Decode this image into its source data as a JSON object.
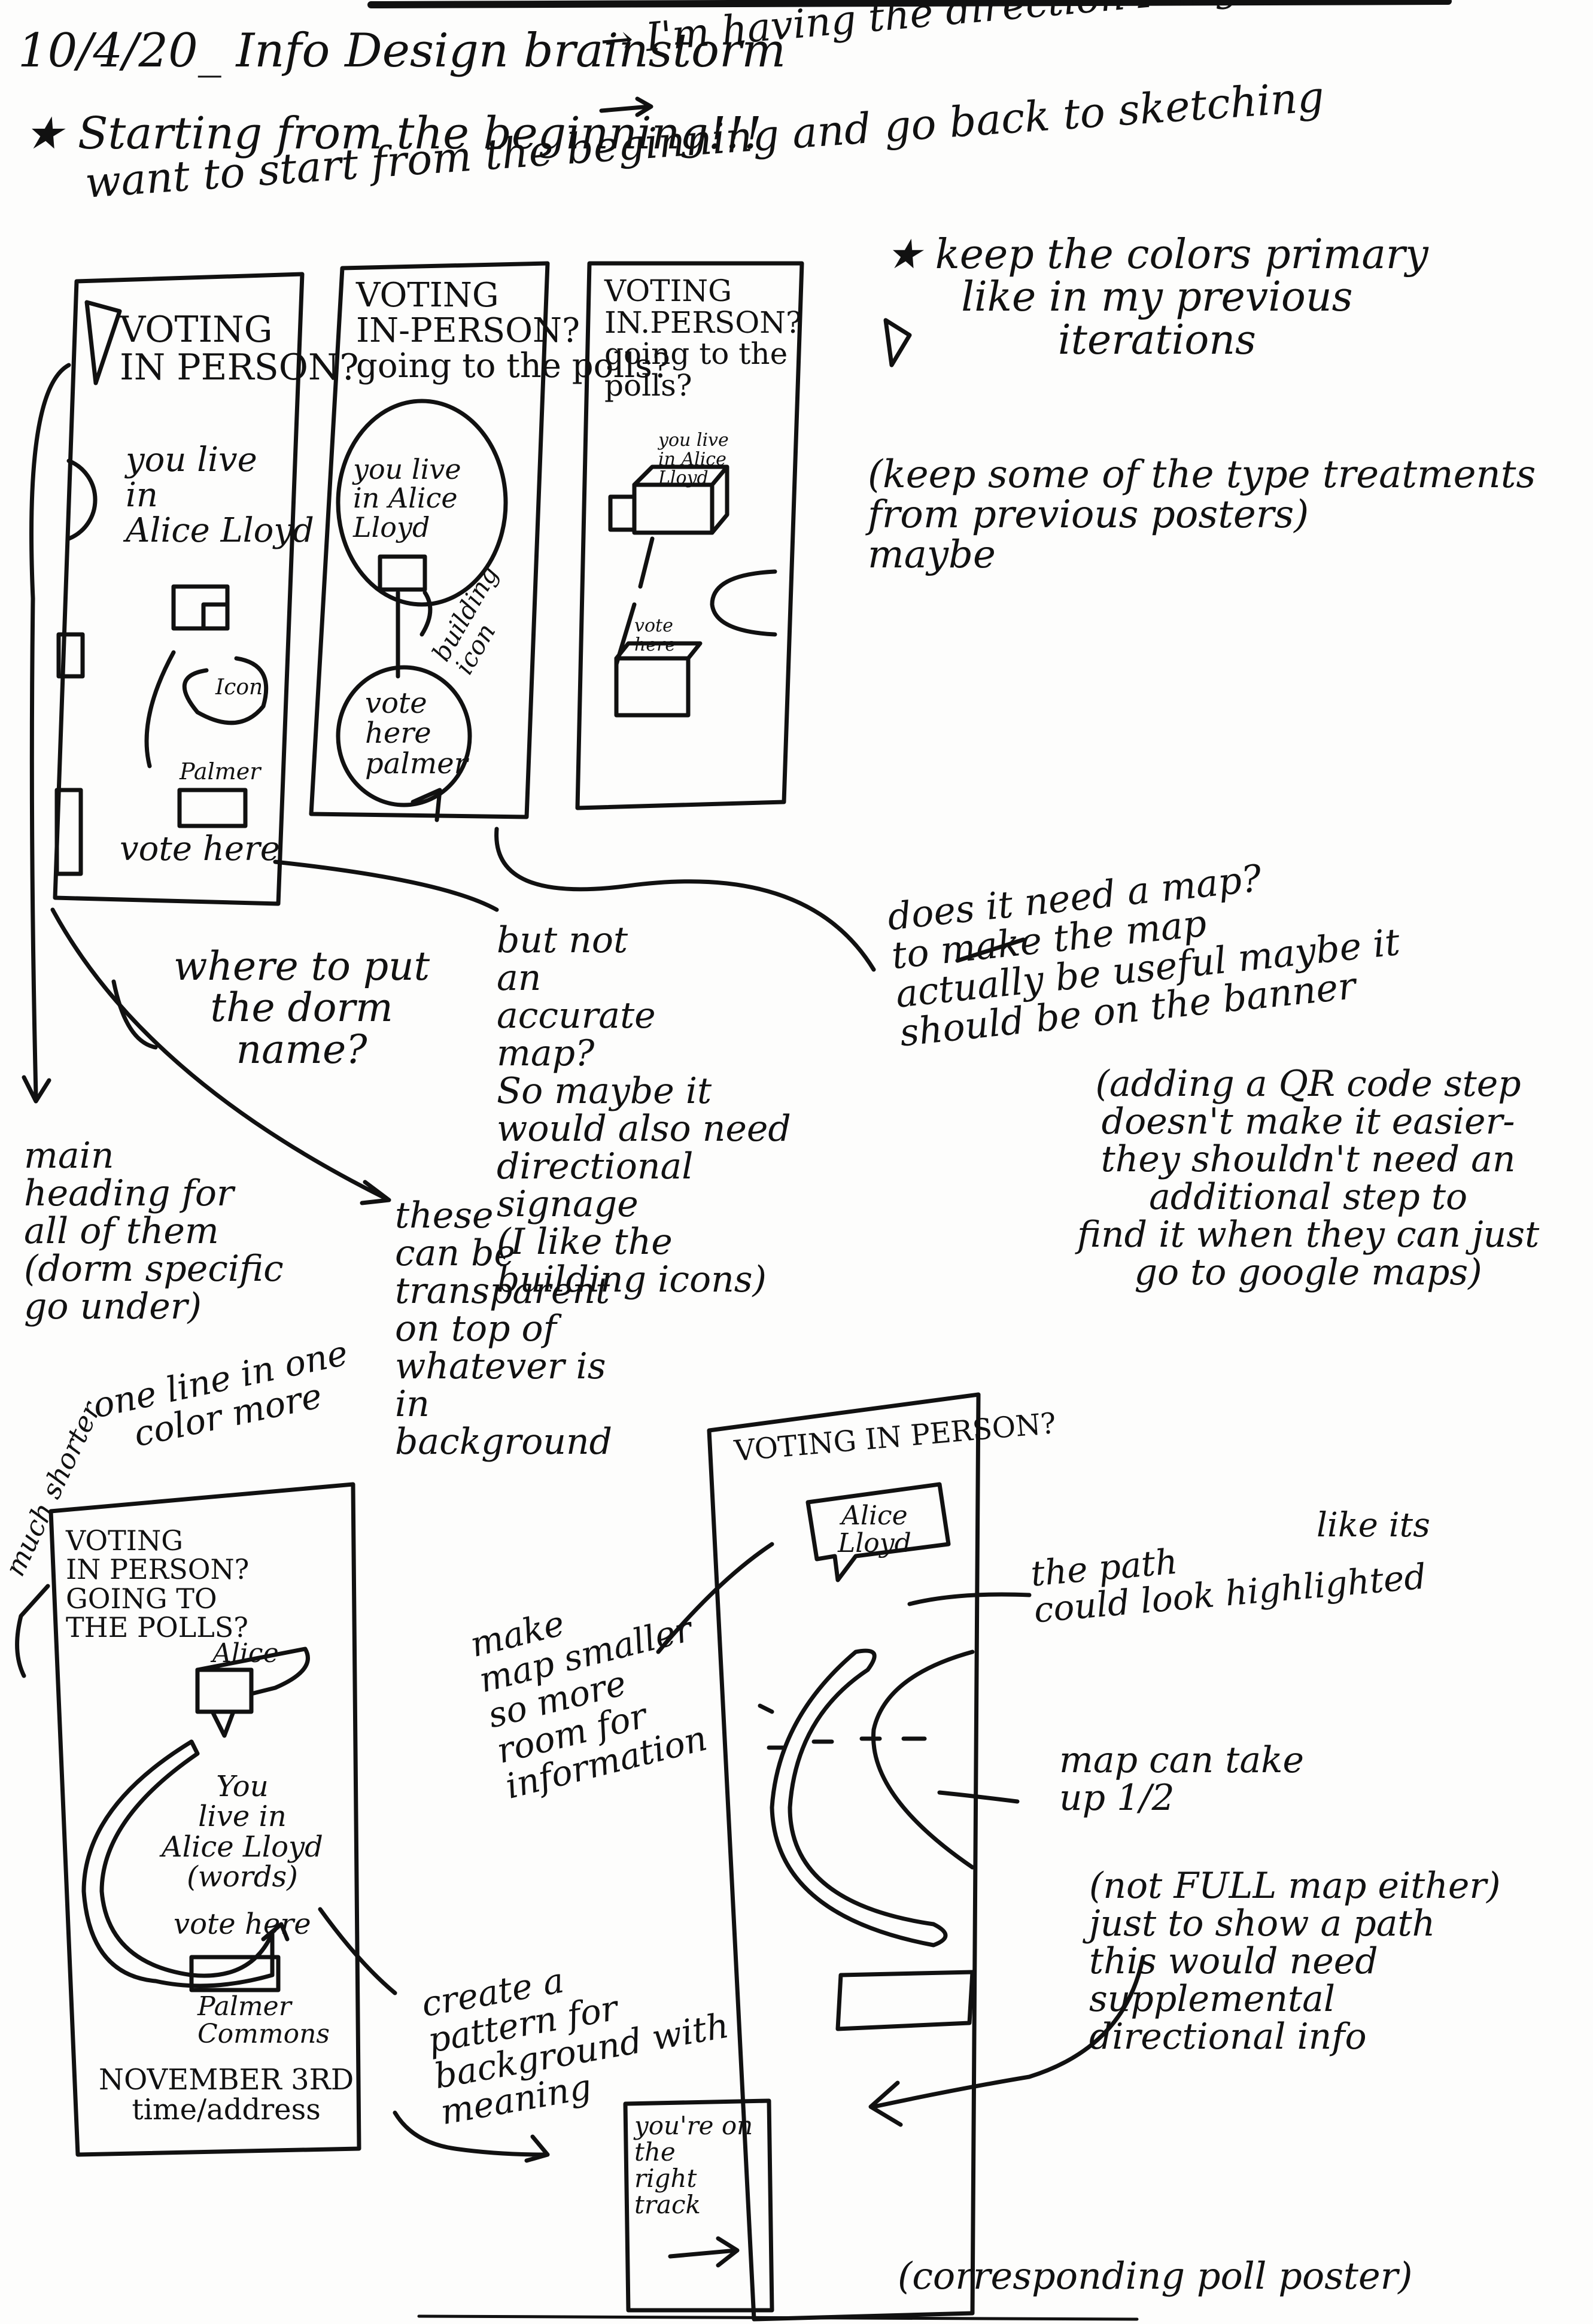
{
  "header": {
    "date_title": "10/4/20_ Info Design brainstorm",
    "line1": "★ Starting from the beginning!!!",
    "line1b": "→ I'm having the direction I'm going in and",
    "line2": "want to start from the beginning and go back to sketching"
  },
  "sketch1": {
    "title": "VOTING\nIN PERSON?",
    "you_live": "you live\nin\nAlice Lloyd",
    "icon_label": "Icon",
    "palmer": "Palmer",
    "vote_here": "vote here"
  },
  "sketch2": {
    "title": "VOTING\nIN-PERSON?\ngoing to the polls?",
    "you_live": "you live\nin Alice\nLloyd",
    "building_icon": "building\nicon",
    "vote_here": "vote\nhere\npalmer"
  },
  "sketch3": {
    "title": "VOTING\nIN.PERSON?\ngoing to the\npolls?",
    "you_live": "you live\nin Alice\nLloyd",
    "vote_here": "vote\nhere"
  },
  "notes_top": {
    "colors": "★ keep the colors primary\nlike in my previous\niterations",
    "type": "(keep some of the type treatments\nfrom previous posters)\nmaybe"
  },
  "notes_mid": {
    "dorm_name": "where to put\nthe dorm\nname?",
    "accurate_map": "but not\nan\naccurate\nmap?\nSo maybe it\nwould also need\ndirectional\nsignage\n(I like the\nbuilding icons)",
    "need_map": "does it need a map?\nto make the map\nactually be useful maybe it\nshould be on the banner",
    "qr_code": "(adding a QR code step\ndoesn't make it easier-\nthey shouldn't need an\nadditional step to\nfind it when they can just\ngo to google maps)",
    "main_heading": "main\nheading for\nall of them\n(dorm specific\ngo under)",
    "transparent": "these\ncan be\ntransparent\non top of\nwhatever is\nin\nbackground",
    "much_shorter": "much shorter",
    "one_line": "one line in one\ncolor more"
  },
  "sketch4": {
    "title": "VOTING\nIN PERSON?\nGOING TO\nTHE POLLS?",
    "alice": "Alice",
    "you_live": "You\nlive in\nAlice Lloyd\n(words)",
    "vote_here": "vote here",
    "palmer_commons": "Palmer\nCommons",
    "footer": "NOVEMBER 3RD\ntime/address"
  },
  "sketch5": {
    "title": "VOTING IN PERSON?",
    "alice_lloyd": "Alice\nLloyd"
  },
  "notes_bottom": {
    "map_smaller": "make\nmap smaller\nso more\nroom for\ninformation",
    "path_highlight": "the path\ncould look highlighted",
    "like_its": "like its",
    "map_half": "map can take\nup 1/2",
    "not_full": "(not FULL map either)\njust to show a path\nthis would need\nsupplemental\ndirectional info",
    "pattern": "create a\npattern for\nbackground with\nmeaning",
    "right_track": "you're on\nthe\nright\ntrack",
    "poll_poster": "(corresponding poll poster)"
  }
}
